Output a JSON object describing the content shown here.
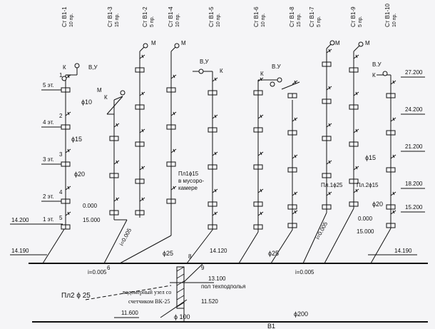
{
  "risers": [
    {
      "id": "st-v1-1",
      "name": "Ст В1-1",
      "floors": "10 пр."
    },
    {
      "id": "st-v1-3",
      "name": "Ст В1-3",
      "floors": "15 пр."
    },
    {
      "id": "st-v1-2",
      "name": "Ст В1-2",
      "floors": "5 пр."
    },
    {
      "id": "st-v1-4",
      "name": "Ст В1-4",
      "floors": "10 пр."
    },
    {
      "id": "st-v1-5",
      "name": "Ст В1-5",
      "floors": "10 пр."
    },
    {
      "id": "st-v1-6",
      "name": "Ст В1-6",
      "floors": "10 пр."
    },
    {
      "id": "st-v1-8",
      "name": "Ст В1-8",
      "floors": "15 пр."
    },
    {
      "id": "st-v1-7",
      "name": "Ст В1-7",
      "floors": "5 пр."
    },
    {
      "id": "st-v1-9",
      "name": "Ст В1-9",
      "floors": "5 пр."
    },
    {
      "id": "st-v1-10",
      "name": "Ст В1-10",
      "floors": "10 пр."
    }
  ],
  "floor_labels": [
    "5 эт.",
    "4 эт.",
    "3 эт.",
    "2 эт.",
    "1 эт."
  ],
  "floor_numbers": [
    "1",
    "2",
    "3",
    "4",
    "5"
  ],
  "left_elevations": [
    "14.200",
    "14.190",
    "11.600"
  ],
  "riser1_marks": [
    "0.000",
    "15.000"
  ],
  "right_elevations": [
    "27.200",
    "24.200",
    "21.200",
    "18.200",
    "15.200",
    "0.000",
    "15.000",
    "14.190"
  ],
  "center_elevation": "14.120",
  "floor_level": {
    "value": "13.100",
    "caption": "пол техподполья"
  },
  "lower_elevation": "11.520",
  "diameters": {
    "d10": "ϕ10",
    "d15": "ϕ15",
    "d20": "ϕ20",
    "d25a": "ϕ25",
    "d25b": "ϕ25",
    "d15r": "ϕ15",
    "d20r": "ϕ20",
    "d100": "ϕ 100",
    "d200": "ϕ200"
  },
  "slopes": {
    "s1": "i=0.005",
    "s2": "i=0.005",
    "s3": "i=0.005",
    "s4": "i=0.005"
  },
  "node_numbers": [
    "6",
    "8",
    "9"
  ],
  "tags": {
    "k": "К",
    "m": "М",
    "vu": "В,У",
    "vu2": "В.У"
  },
  "annotations": {
    "pl1_left": "Пл1ϕ15",
    "pl1_left_2": "в мусоро-",
    "pl1_left_3": "камере",
    "pl1_right": "Пл.1ϕ25",
    "pl2_right": "Пл.2ϕ15",
    "pl2_bottom": "Пл2 ϕ 25",
    "meter_1": "водомерный узел со",
    "meter_2": "счетчиком ВК-25"
  },
  "main_line": "В1",
  "colors": {
    "ink": "#111111",
    "paper": "#f5f5f7"
  }
}
